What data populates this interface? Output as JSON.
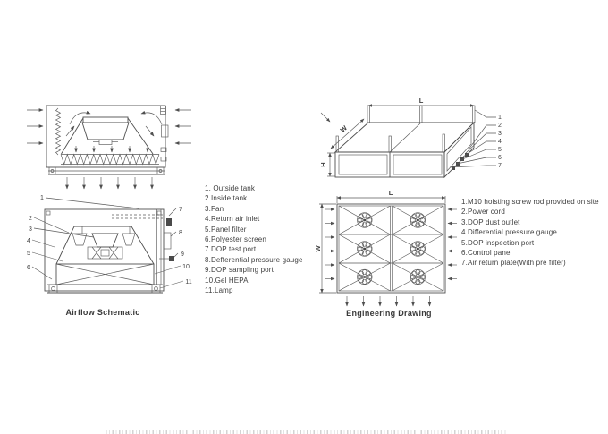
{
  "sheet": {
    "background": "#ffffff",
    "captions": {
      "airflow": "Airflow Schematic",
      "engineering": "Engineering Drawing"
    }
  },
  "parts_list_left": {
    "items": [
      "1. Outside tank",
      "2.Inside tank",
      "3.Fan",
      "4.Return air inlet",
      "5.Panel filter",
      "6.Polyester screen",
      "7.DOP test port",
      "8.Defferential pressure gauge",
      "9.DOP sampling port",
      "10.Gel HEPA",
      "11.Lamp"
    ]
  },
  "parts_list_right": {
    "items": [
      "1.M10 hoisting screw rod provided on site",
      "2.Power cord",
      "3.DOP dust outlet",
      "4.Differential pressure gauge",
      "5.DOP inspection port",
      "6.Control panel",
      "7.Air return plate(With pre filter)"
    ]
  },
  "airflow_labeled": {
    "callouts_left": [
      "1",
      "2",
      "3",
      "4",
      "5",
      "6"
    ],
    "callouts_right": [
      "7",
      "8",
      "9",
      "10",
      "11"
    ]
  },
  "isometric": {
    "dims": {
      "l": "L",
      "w": "W",
      "h": "H"
    },
    "callouts": [
      "1",
      "2",
      "3",
      "4",
      "5",
      "6",
      "7"
    ]
  },
  "top_view": {
    "dims": {
      "l": "L",
      "w": "W"
    }
  },
  "colors": {
    "line": "#4f4f4f",
    "text": "#404040",
    "hatch": "#cdcdcd"
  }
}
